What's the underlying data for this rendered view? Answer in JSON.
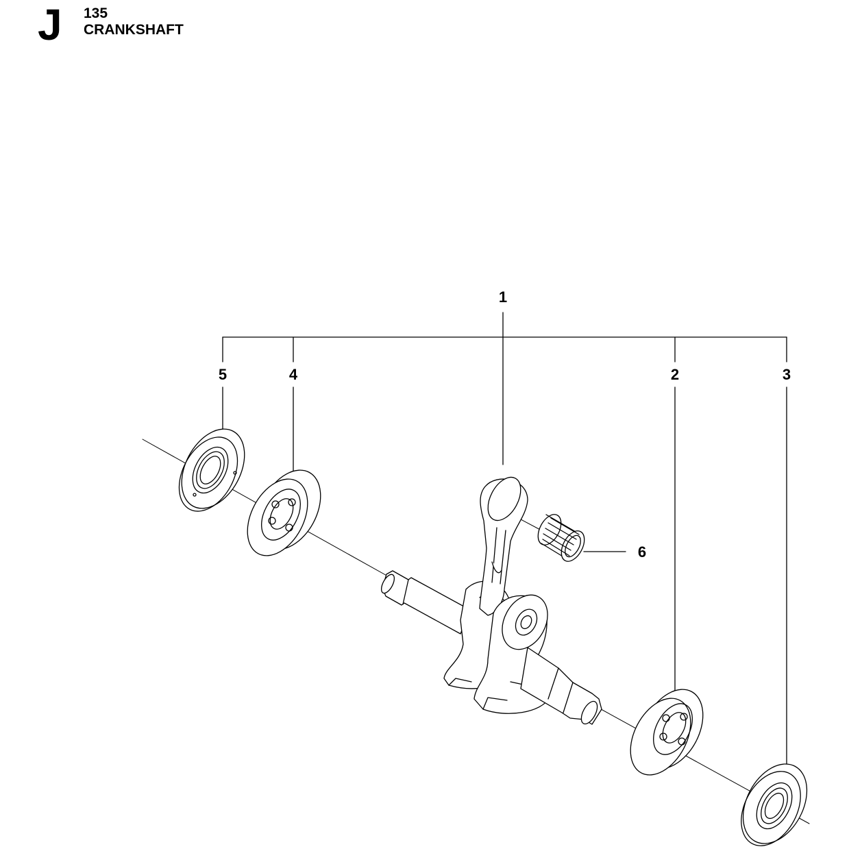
{
  "header": {
    "section_letter": "J",
    "section_number": "135",
    "section_title": "CRANKSHAFT"
  },
  "callouts": [
    {
      "id": "1",
      "label": "1"
    },
    {
      "id": "2",
      "label": "2"
    },
    {
      "id": "3",
      "label": "3"
    },
    {
      "id": "4",
      "label": "4"
    },
    {
      "id": "5",
      "label": "5"
    },
    {
      "id": "6",
      "label": "6"
    }
  ],
  "colors": {
    "line": "#000000",
    "background": "#ffffff",
    "fill": "#ffffff"
  }
}
